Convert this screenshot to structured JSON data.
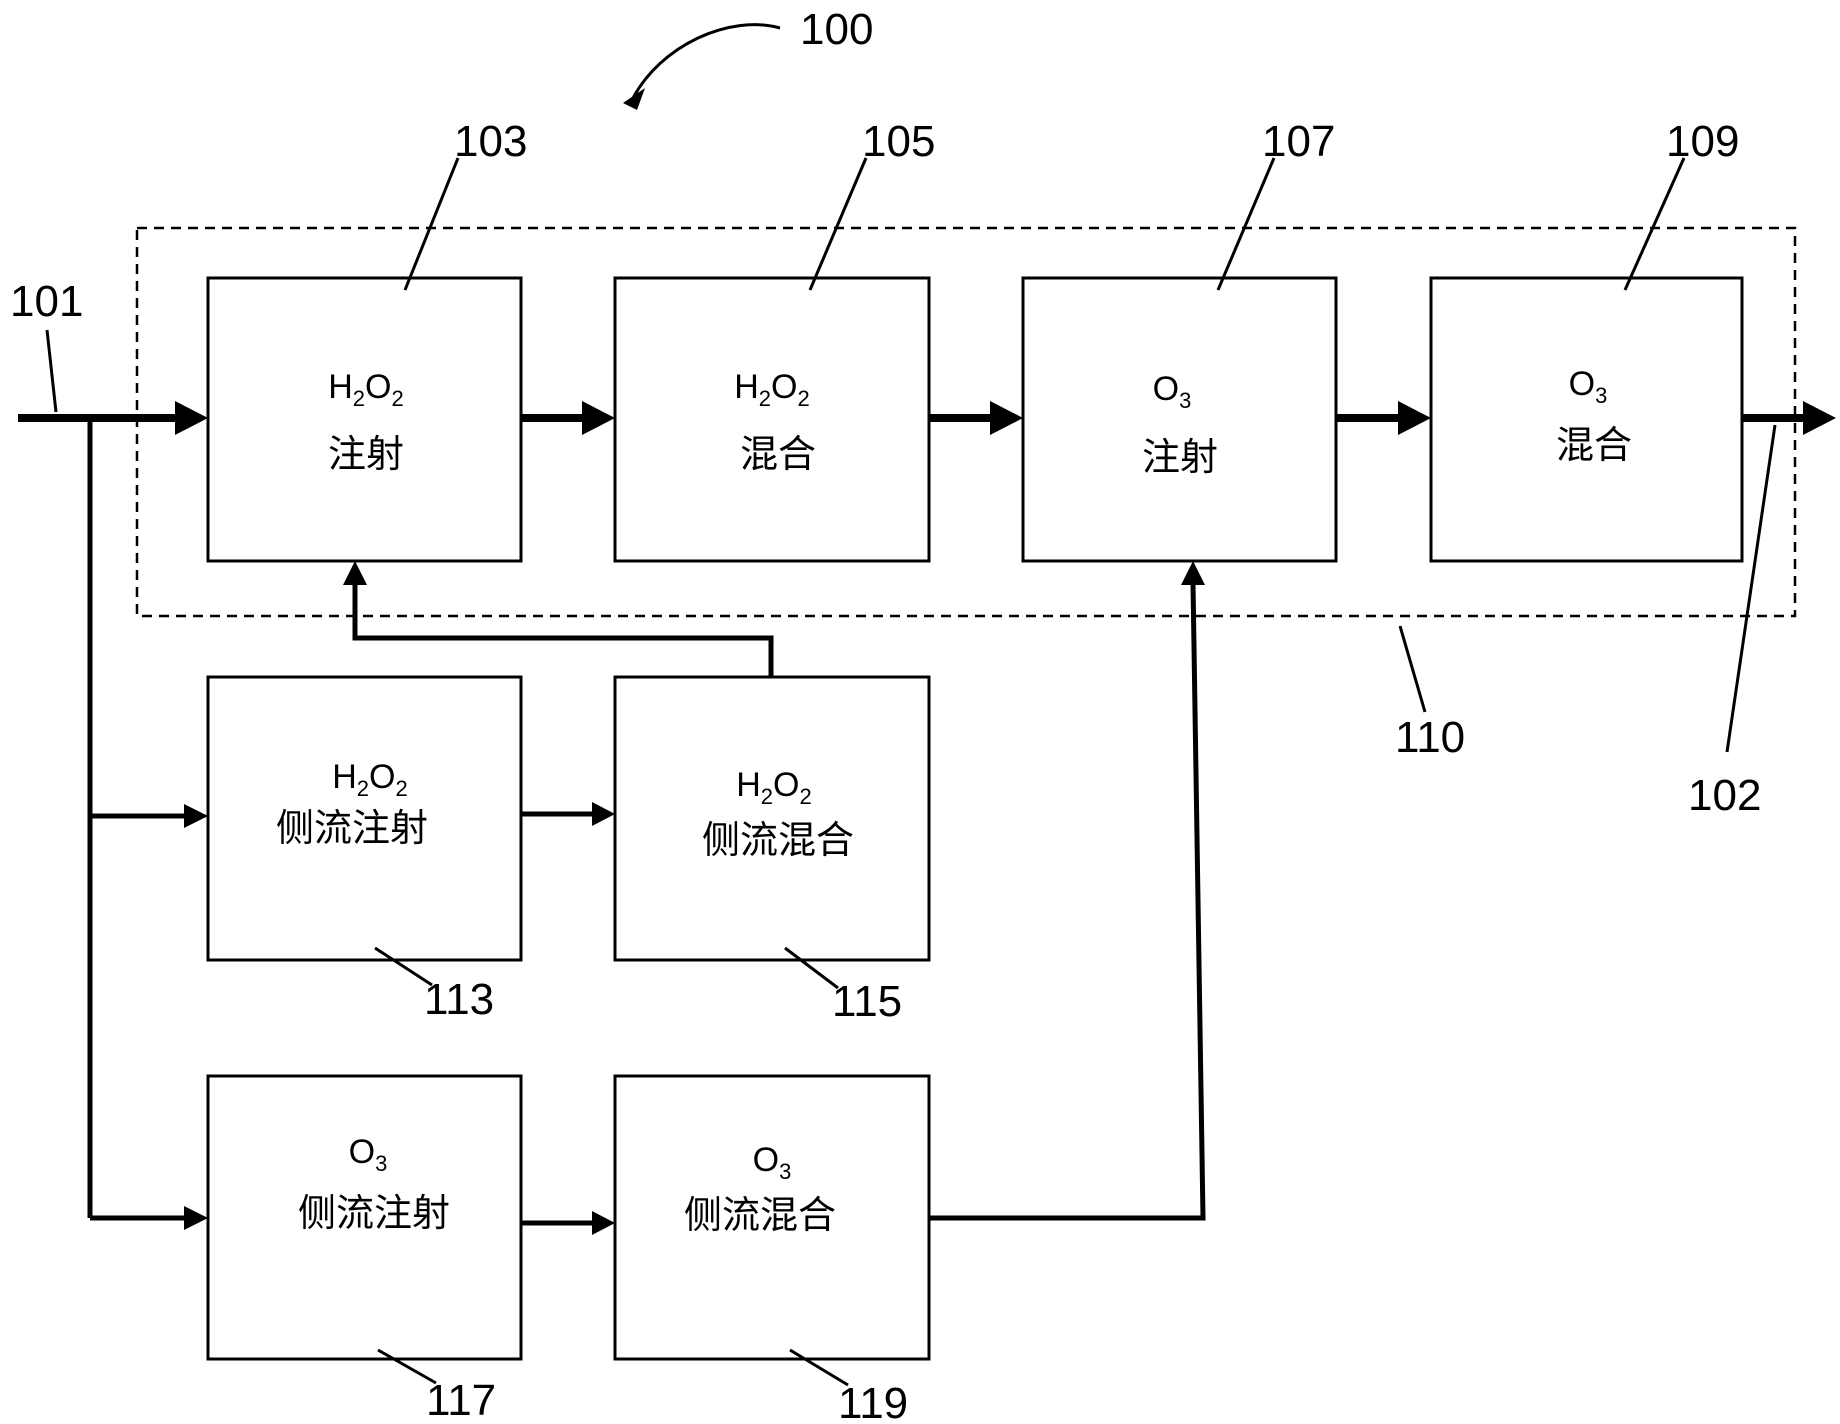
{
  "diagram": {
    "system_ref": "100",
    "inlet_ref": "101",
    "outlet_ref": "102",
    "boundary_ref": "110",
    "blocks": {
      "b103": {
        "ref": "103",
        "chem": "H",
        "s1": "2",
        "mid": "O",
        "s2": "2",
        "label": "注射"
      },
      "b105": {
        "ref": "105",
        "chem": "H",
        "s1": "2",
        "mid": "O",
        "s2": "2",
        "label": "混合"
      },
      "b107": {
        "ref": "107",
        "chem": "O",
        "s1": "3",
        "mid": "",
        "s2": "",
        "label": "注射"
      },
      "b109": {
        "ref": "109",
        "chem": "O",
        "s1": "3",
        "mid": "",
        "s2": "",
        "label": "混合"
      },
      "b113": {
        "ref": "113",
        "chem": "H",
        "s1": "2",
        "mid": "O",
        "s2": "2",
        "label": "侧流注射"
      },
      "b115": {
        "ref": "115",
        "chem": "H",
        "s1": "2",
        "mid": "O",
        "s2": "2",
        "label": "侧流混合"
      },
      "b117": {
        "ref": "117",
        "chem": "O",
        "s1": "3",
        "mid": "",
        "s2": "",
        "label": "侧流注射"
      },
      "b119": {
        "ref": "119",
        "chem": "O",
        "s1": "3",
        "mid": "",
        "s2": "",
        "label": "侧流混合"
      }
    }
  }
}
